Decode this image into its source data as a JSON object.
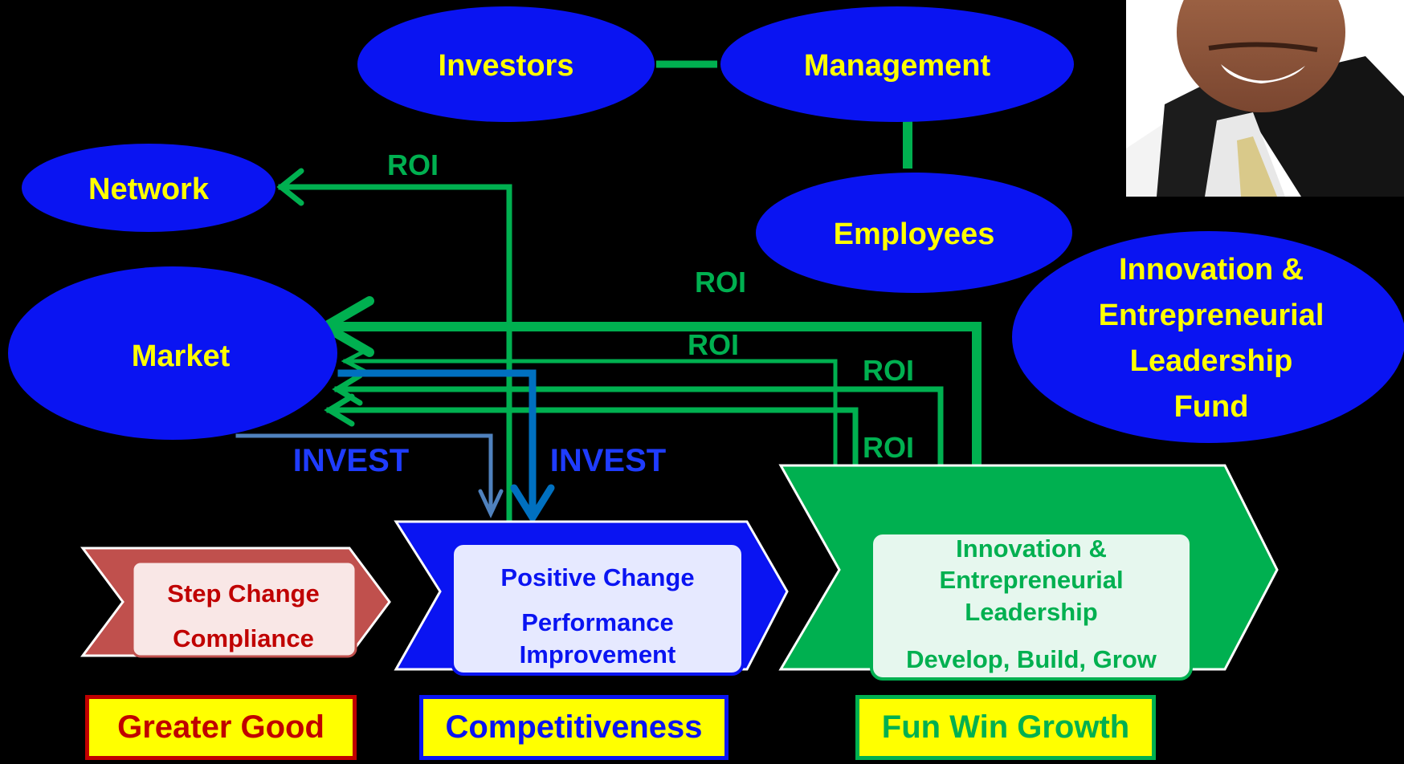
{
  "colors": {
    "background": "#000000",
    "ellipse_fill": "#0a14f2",
    "ellipse_text": "#ffff00",
    "green": "#00b050",
    "invest_light": "#4f81bd",
    "invest_dark": "#0070c0",
    "invest_label": "#1f3cff",
    "red_arrow": "#c0504d",
    "red_text": "#c00000"
  },
  "nodes": {
    "investors": "Investors",
    "management": "Management",
    "network": "Network",
    "employees": "Employees",
    "market": "Market",
    "fund": [
      "Innovation &",
      "Entrepreneurial",
      "Leadership",
      "Fund"
    ]
  },
  "flow_labels": {
    "roi_network": "ROI",
    "roi_top": "ROI",
    "roi_mid": "ROI",
    "roi_right": "ROI",
    "roi_bottom": "ROI",
    "invest_left": "INVEST",
    "invest_right": "INVEST"
  },
  "stages": {
    "step_change": {
      "line1": "Step Change",
      "line2": "Compliance"
    },
    "positive_change": {
      "line1": "Positive Change",
      "line2": "Performance",
      "line3": "Improvement"
    },
    "innovation": {
      "line1": "Innovation &",
      "line2": "Entrepreneurial",
      "line3": "Leadership",
      "line4": "Develop, Build, Grow"
    }
  },
  "outcomes": {
    "greater_good": "Greater Good",
    "competitiveness": "Competitiveness",
    "fun_win_growth": "Fun Win Growth"
  },
  "photo": {
    "name": "presenter-photo"
  }
}
